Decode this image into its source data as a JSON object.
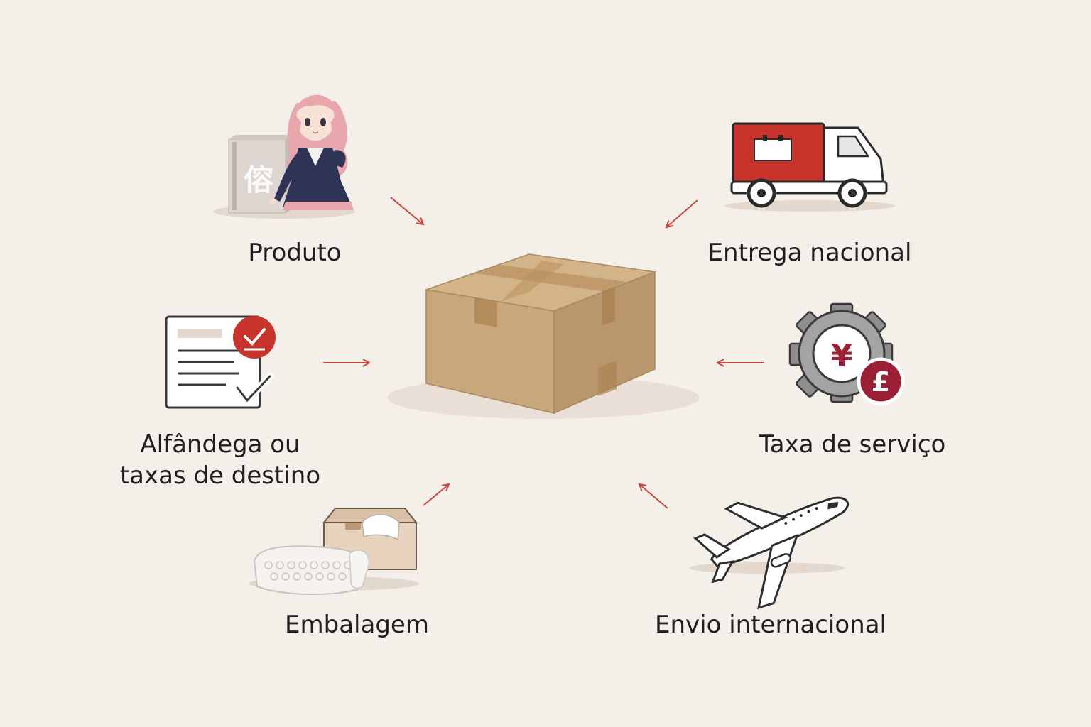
{
  "diagram": {
    "center": {
      "icon": "cardboard-box-icon"
    },
    "nodes": [
      {
        "id": "produto",
        "label": "Produto",
        "icon": "anime-figure-product-icon"
      },
      {
        "id": "entrega",
        "label": "Entrega nacional",
        "icon": "delivery-truck-icon"
      },
      {
        "id": "alfandega",
        "label_lines": [
          "Alfândega ou",
          "taxas de destino"
        ],
        "icon": "customs-document-icon"
      },
      {
        "id": "taxa",
        "label": "Taxa de serviço",
        "icon": "service-fee-gear-icon",
        "currency_symbols": [
          "¥",
          "£"
        ]
      },
      {
        "id": "embalagem",
        "label": "Embalagem",
        "icon": "packaging-box-icon"
      },
      {
        "id": "envio",
        "label": "Envio internacional",
        "icon": "airplane-icon"
      }
    ],
    "colors": {
      "background": "#f5efea",
      "accent_red": "#c8342c",
      "arrow": "#c64a40",
      "box": "#c8a77c",
      "coin": "#9c1f35"
    }
  }
}
